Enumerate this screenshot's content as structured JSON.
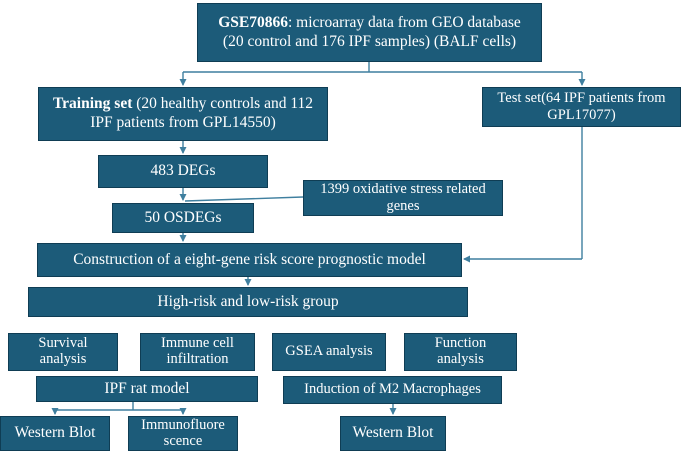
{
  "nodes": {
    "gse": {
      "bold": "GSE70866",
      "rest1": ": microarray data from GEO database",
      "line2": "(20 control and 176 IPF samples) (BALF cells)"
    },
    "training": {
      "bold": "Training set",
      "rest1": " (20 healthy controls and 112",
      "line2": "IPF patients from GPL14550)"
    },
    "test": {
      "line1": "Test set(64 IPF patients from",
      "line2": "GPL17077)"
    },
    "degs": {
      "line1": "483 DEGs"
    },
    "oxidative": {
      "line1": "1399 oxidative stress related",
      "line2": "genes"
    },
    "osdegs": {
      "line1": "50 OSDEGs"
    },
    "model": {
      "line1": "Construction of a eight-gene risk score prognostic model"
    },
    "group": {
      "line1": "High-risk and low-risk group"
    },
    "survival": {
      "line1": "Survival",
      "line2": "analysis"
    },
    "immune": {
      "line1": "Immune cell",
      "line2": "infiltration"
    },
    "gsea": {
      "line1": "GSEA analysis"
    },
    "function": {
      "line1": "Function",
      "line2": "analysis"
    },
    "rat": {
      "line1": "IPF rat model"
    },
    "m2": {
      "line1": "Induction of M2 Macrophages"
    },
    "western1": {
      "line1": "Western Blot"
    },
    "immunofluor": {
      "line1": "Immunofluore",
      "line2": "scence"
    },
    "western2": {
      "line1": "Western Blot"
    }
  },
  "colors": {
    "box_fill": "#1c5b79",
    "box_text": "#ffffff",
    "connector": "#3f7f9f"
  }
}
